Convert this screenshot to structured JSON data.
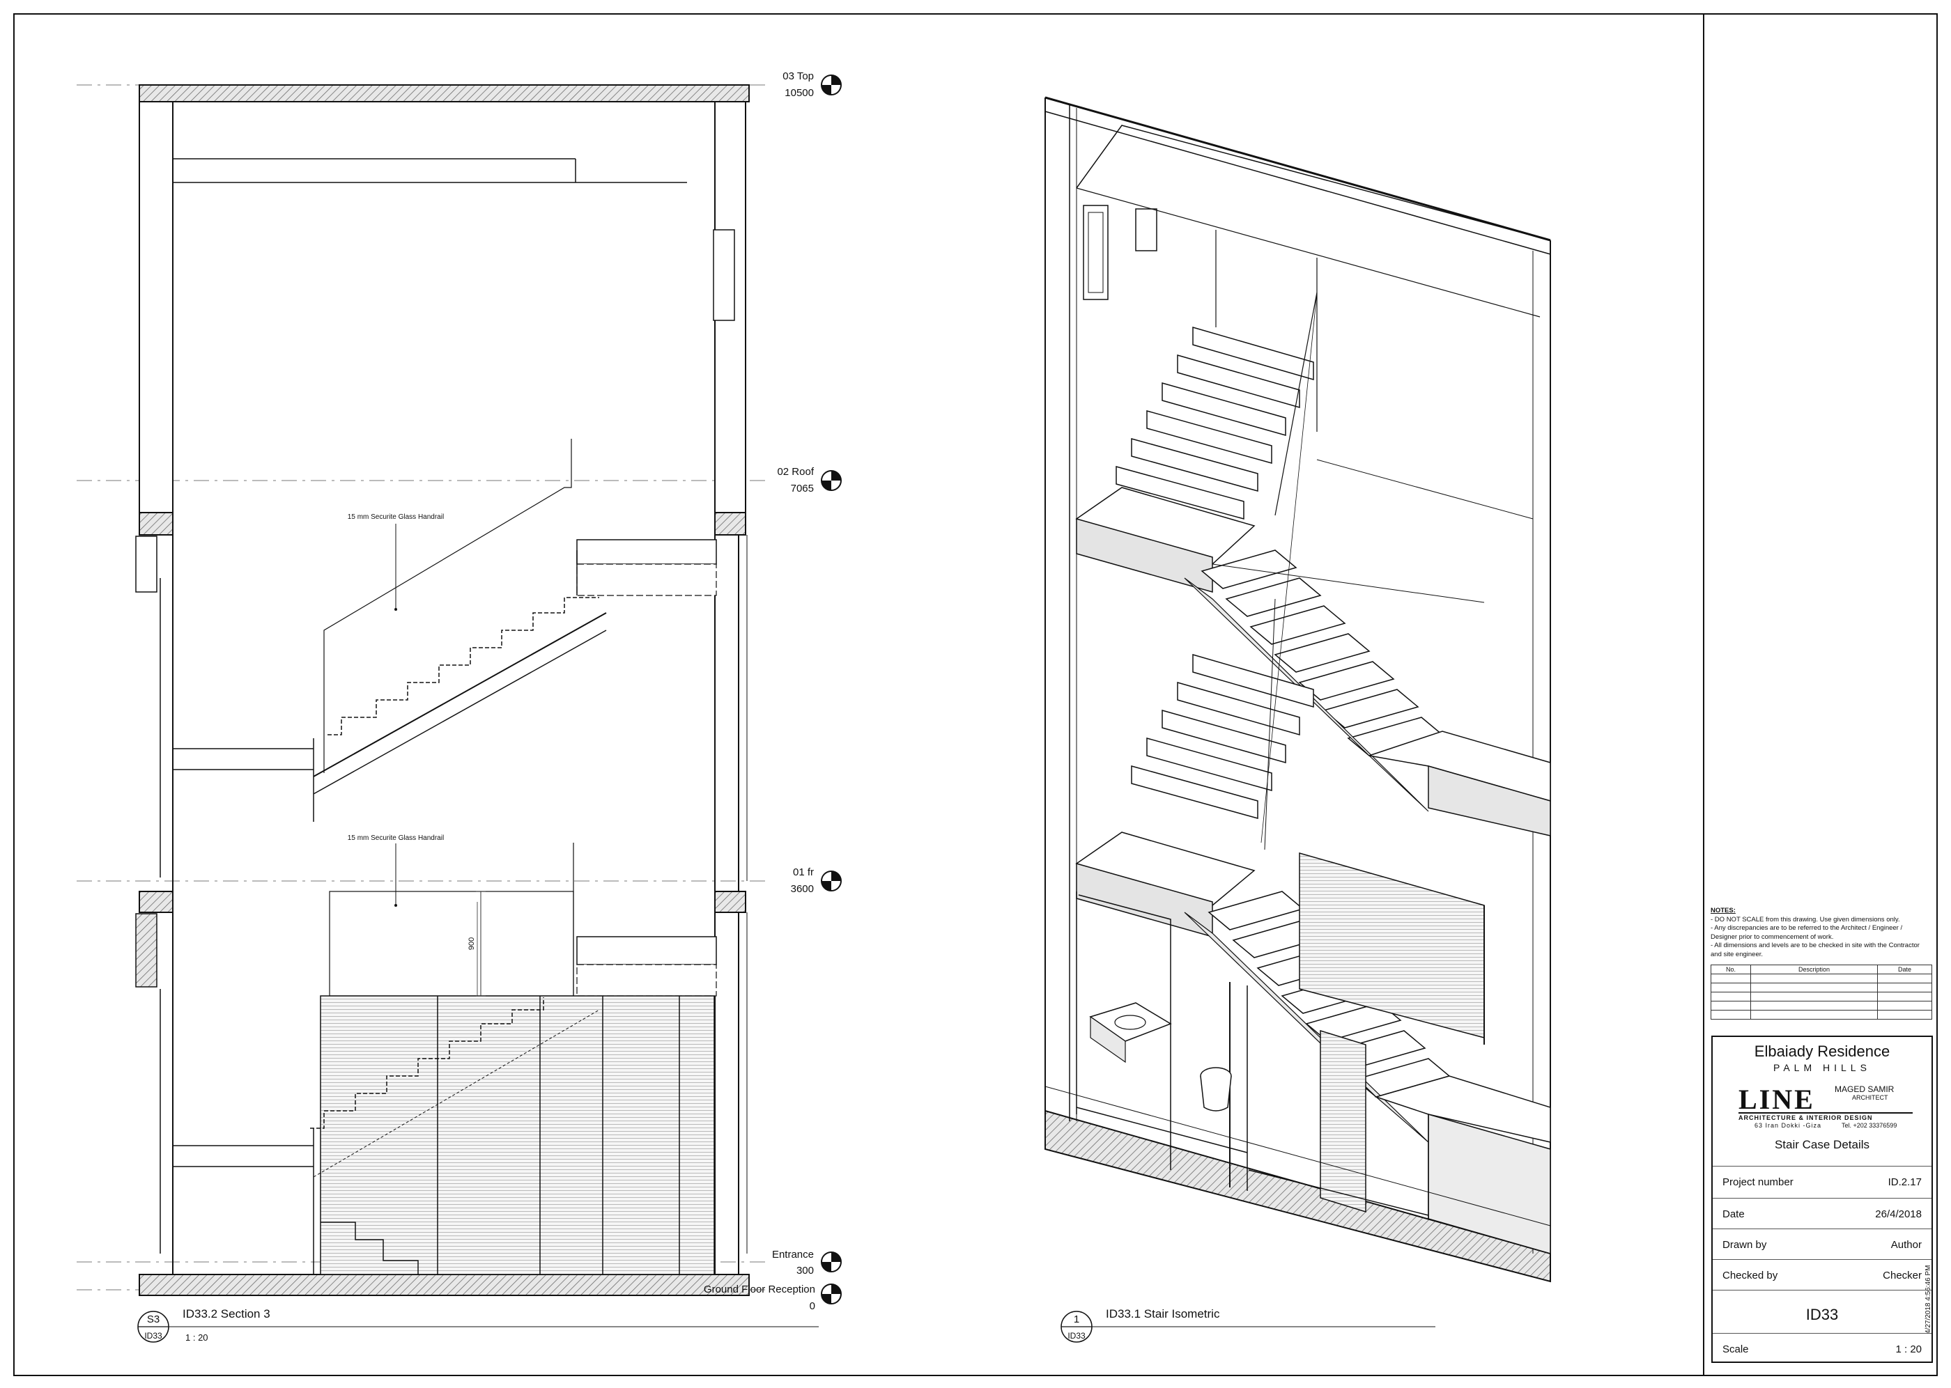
{
  "project": {
    "name": "Elbaiady Residence",
    "location": "PALM HILLS"
  },
  "firm": {
    "logo": "LINE",
    "tagline": "ARCHITECTURE & INTERIOR DESIGN",
    "principal": "MAGED SAMIR",
    "principal_title": "ARCHITECT",
    "address": "63 Iran Dokki -Giza",
    "phone": "Tel. +202 33376599"
  },
  "sheet": {
    "title": "Stair Case Details",
    "number": "ID33",
    "fields": [
      {
        "label": "Project number",
        "value": "ID.2.17"
      },
      {
        "label": "Date",
        "value": "26/4/2018"
      },
      {
        "label": "Drawn by",
        "value": "Author"
      },
      {
        "label": "Checked by",
        "value": "Checker"
      }
    ],
    "scale_label": "Scale",
    "scale_value": "1 : 20",
    "print_stamp": "4/27/2018 4:56:46 PM"
  },
  "notes": {
    "heading": "NOTES:",
    "lines": [
      "- DO NOT SCALE from this drawing. Use given dimensions only.",
      "- Any discrepancies are to be referred to the Architect / Engineer /",
      "Designer prior to commencement of work.",
      "- All dimensions and levels are to be checked in site with the Contractor",
      "and site engineer."
    ]
  },
  "revisions": {
    "headers": [
      "No.",
      "Description",
      "Date"
    ],
    "empty_rows": 5
  },
  "views": [
    {
      "tag": "S3",
      "ref": "ID33",
      "title": "ID33.2 Section 3",
      "scale": "1 : 20"
    },
    {
      "tag": "1",
      "ref": "ID33",
      "title": "ID33.1 Stair Isometric",
      "scale": ""
    }
  ],
  "levels": [
    {
      "name": "03 Top",
      "elevation": "10500"
    },
    {
      "name": "02 Roof",
      "elevation": "7065"
    },
    {
      "name": "01 fr",
      "elevation": "3600"
    },
    {
      "name": "Entrance",
      "elevation": "300"
    },
    {
      "name": "Ground Floor Reception",
      "elevation": "0"
    }
  ],
  "annotations": {
    "handrail_upper": "15 mm Securite Glass Handrail",
    "handrail_lower": "15 mm Securite Glass Handrail",
    "dimension": "900"
  }
}
